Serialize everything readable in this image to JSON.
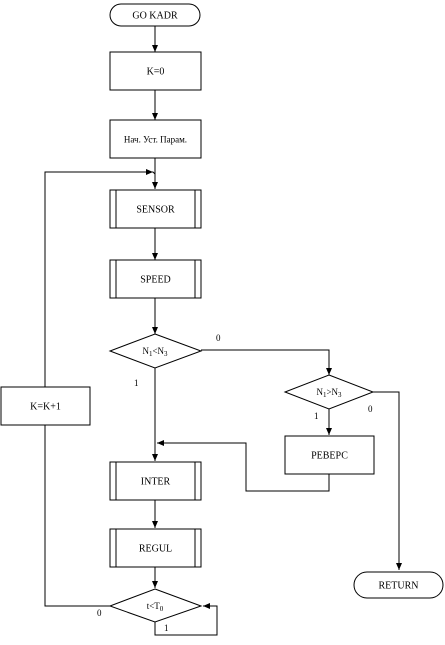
{
  "nodes": {
    "go_kadr": "GO KADR",
    "k_zero": "K=0",
    "init_params": "Нач. Уст. Парам.",
    "sensor": "SENSOR",
    "speed": "SPEED",
    "decision_n1_n3": {
      "a": "N",
      "a_sub": "1",
      "op": "<",
      "b": "N",
      "b_sub": "3"
    },
    "decision_n1_gt_n3": {
      "a": "N",
      "a_sub": "1",
      "op": ">",
      "b": "N",
      "b_sub": "3"
    },
    "revers": "РЕВЕРС",
    "k_inc": "K=K+1",
    "inter": "INTER",
    "regul": "REGUL",
    "decision_t": {
      "a": "t",
      "op": "<",
      "b": "T",
      "b_sub": "0"
    },
    "return": "RETURN"
  },
  "branch_labels": {
    "d1_false": "0",
    "d1_true": "1",
    "d2_true": "1",
    "d2_false": "0",
    "d3_false": "0",
    "d3_true": "1"
  }
}
